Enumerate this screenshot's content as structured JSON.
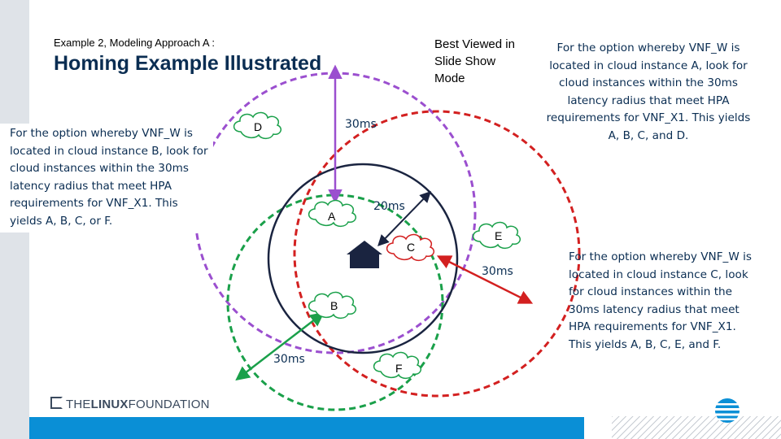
{
  "header": {
    "subtitle": "Example 2, Modeling Approach A :",
    "title": "Homing Example Illustrated",
    "viewing_note": "Best Viewed in Slide Show Mode"
  },
  "notes": {
    "option_b": "For the option whereby VNF_W is located in cloud instance B, look for cloud instances within the 30ms latency radius that meet HPA requirements for VNF_X1.  This yields A, B, C, or F.",
    "option_a": "For the option whereby VNF_W is located in cloud instance A, look for cloud instances within the 30ms latency radius that meet HPA requirements for VNF_X1. This yields A, B, C, and D.",
    "option_c": "For the option whereby VNF_W is located in cloud instance C, look for cloud instances within the 30ms latency radius that meet HPA requirements for VNF_X1.  This yields A, B, C, E, and F."
  },
  "clouds": {
    "a": "A",
    "b": "B",
    "c": "C",
    "d": "D",
    "e": "E",
    "f": "F"
  },
  "latency_labels": {
    "top": "30ms",
    "inner": "20ms",
    "right": "30ms",
    "bottom_left": "30ms"
  },
  "footer": {
    "brand_prefix": "THE",
    "brand_bold": "LINUX",
    "brand_suffix": "FOUNDATION"
  },
  "colors": {
    "purple_circle": "#9b4fcf",
    "green_circle": "#1aa04a",
    "red_circle": "#d32020",
    "inner_circle": "#1a2440",
    "accent_blue": "#0a8fd6",
    "text_navy": "#0a2d52"
  }
}
